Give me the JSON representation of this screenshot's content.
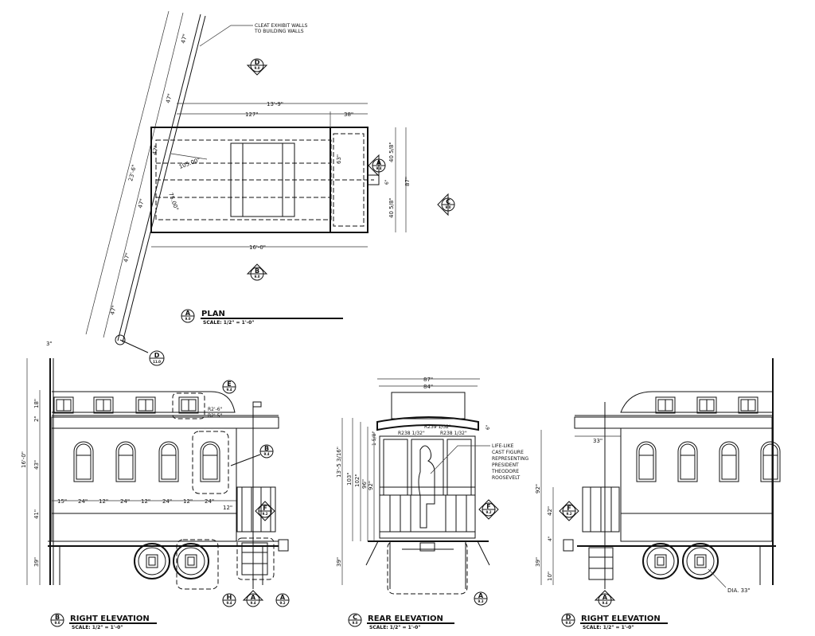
{
  "plan": {
    "note": [
      "CLEAT EXHIBIT WALLS",
      "TO BUILDING WALLS"
    ],
    "dims": [
      "47\"",
      "47\"",
      "47\"",
      "47\"",
      "47\"",
      "47\"",
      "23'-6\"",
      "13'-9\"",
      "127\"",
      "38\"",
      "16'-0\"",
      "40 5/8\"",
      "40 5/8\"",
      "87\"",
      "63\"",
      "6\"",
      "105.00°",
      "75.00°"
    ],
    "title": {
      "tag": "A",
      "sheet": "9.0",
      "label": "PLAN",
      "scale": "SCALE:   1/2\" = 1'-0\""
    },
    "markers": [
      {
        "tag": "D",
        "sheet": "9.0"
      },
      {
        "tag": "A",
        "sheet": "9.4"
      },
      {
        "tag": "C",
        "sheet": "9.0"
      },
      {
        "tag": "B",
        "sheet": "9.0"
      },
      {
        "tag": "D",
        "sheet": "11.0"
      }
    ]
  },
  "right_elevation_1": {
    "dims": [
      "3\"",
      "18\"",
      "2\"",
      "16'-0\"",
      "43\"",
      "41\"",
      "39\"",
      "15\"",
      "24\"",
      "12\"",
      "24\"",
      "12\"",
      "24\"",
      "12\"",
      "24\"",
      "12\"",
      "R2'-6\"",
      "R2'-5\""
    ],
    "markers": [
      {
        "tag": "E",
        "sheet": "9.4"
      },
      {
        "tag": "B",
        "sheet": "9.4"
      },
      {
        "tag": "F",
        "sheet": "9.2"
      },
      {
        "tag": "H",
        "sheet": "9.4"
      },
      {
        "tag": "A",
        "sheet": "9.4"
      },
      {
        "tag": "A",
        "sheet": "9.2"
      }
    ],
    "title": {
      "tag": "B",
      "sheet": "9.0",
      "label": "RIGHT ELEVATION",
      "scale": "SCALE:   1/2\" = 1'-0\""
    }
  },
  "rear_elevation": {
    "dims": [
      "87\"",
      "84\"",
      "R238 1/32\"",
      "R239 1/32\"",
      "R238 1/32\"",
      "6\"",
      "1 5/8\"",
      "13'-5 3/16\"",
      "103\"",
      "102\"",
      "96\"",
      "92\"",
      "39\""
    ],
    "note": [
      "LIFE-LIKE",
      "CAST FIGURE",
      "REPRESENTING",
      "PRESIDENT",
      "THEODORE",
      "ROOSEVELT"
    ],
    "markers": [
      {
        "tag": "F",
        "sheet": "9.2"
      },
      {
        "tag": "A",
        "sheet": "9.3"
      }
    ],
    "title": {
      "tag": "C",
      "sheet": "9.0",
      "label": "REAR ELEVATION",
      "scale": "SCALE:   1/2\" = 1'-0\""
    }
  },
  "right_elevation_2": {
    "dims": [
      "33\"",
      "92\"",
      "42\"",
      "4\"",
      "39\"",
      "10\"",
      "DIA. 33\""
    ],
    "markers": [
      {
        "tag": "F",
        "sheet": "9.2"
      },
      {
        "tag": "A",
        "sheet": "9.4"
      }
    ],
    "title": {
      "tag": "D",
      "sheet": "9.0",
      "label": "RIGHT ELEVATION",
      "scale": "SCALE:   1/2\" = 1'-0\""
    }
  }
}
